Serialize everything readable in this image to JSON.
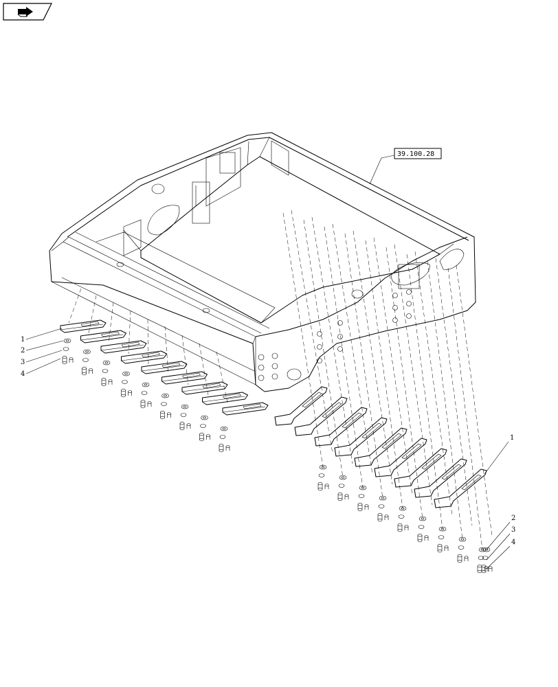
{
  "nav": {
    "icon": "next-page-arrow-icon"
  },
  "reference": {
    "label": "39.100.28"
  },
  "callouts_left": [
    "1",
    "2",
    "3",
    "4"
  ],
  "callouts_right": [
    "1",
    "2",
    "3",
    "4"
  ],
  "colors": {
    "ink": "#000000",
    "background": "#ffffff"
  }
}
